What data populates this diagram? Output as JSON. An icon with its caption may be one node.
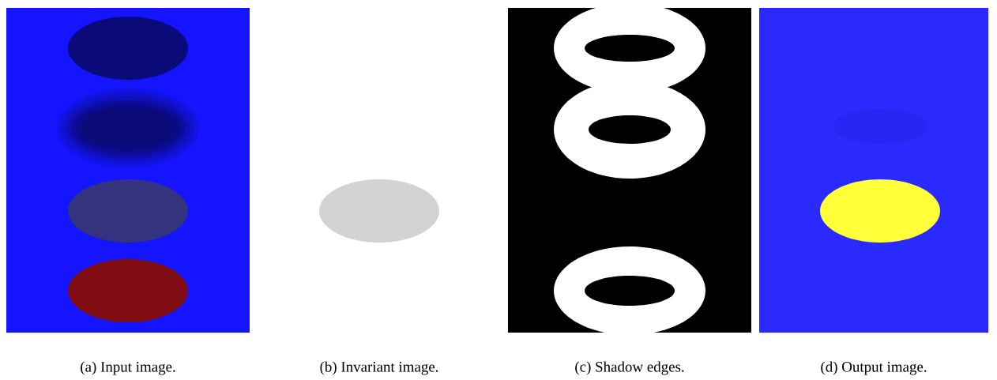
{
  "diagram": {
    "labels": [
      "(a) Input image.",
      "(b) Invariant image.",
      "(c) Shadow edges.",
      "(d) Output image."
    ]
  }
}
